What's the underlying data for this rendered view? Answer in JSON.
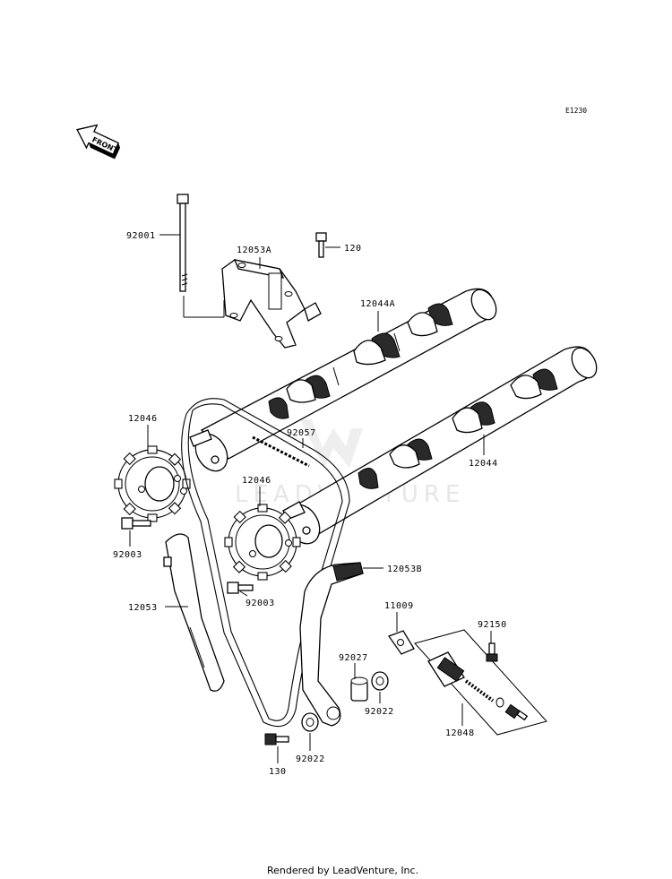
{
  "diagram_code": "E1230",
  "front_label": "FRONT",
  "watermark": "LEADVENTURE",
  "footer": "Rendered by LeadVenture, Inc.",
  "callouts": [
    {
      "id": "92001",
      "text": "92001"
    },
    {
      "id": "12053A",
      "text": "12053A"
    },
    {
      "id": "120",
      "text": "120"
    },
    {
      "id": "12044A",
      "text": "12044A"
    },
    {
      "id": "12046-top",
      "text": "12046"
    },
    {
      "id": "92057",
      "text": "92057"
    },
    {
      "id": "12044",
      "text": "12044"
    },
    {
      "id": "12046-mid",
      "text": "12046"
    },
    {
      "id": "92003-left",
      "text": "92003"
    },
    {
      "id": "12053B",
      "text": "12053B"
    },
    {
      "id": "92003-mid",
      "text": "92003"
    },
    {
      "id": "12053",
      "text": "12053"
    },
    {
      "id": "11009",
      "text": "11009"
    },
    {
      "id": "92150",
      "text": "92150"
    },
    {
      "id": "92027",
      "text": "92027"
    },
    {
      "id": "92022-right",
      "text": "92022"
    },
    {
      "id": "12048",
      "text": "12048"
    },
    {
      "id": "92022-bottom",
      "text": "92022"
    },
    {
      "id": "130",
      "text": "130"
    }
  ]
}
